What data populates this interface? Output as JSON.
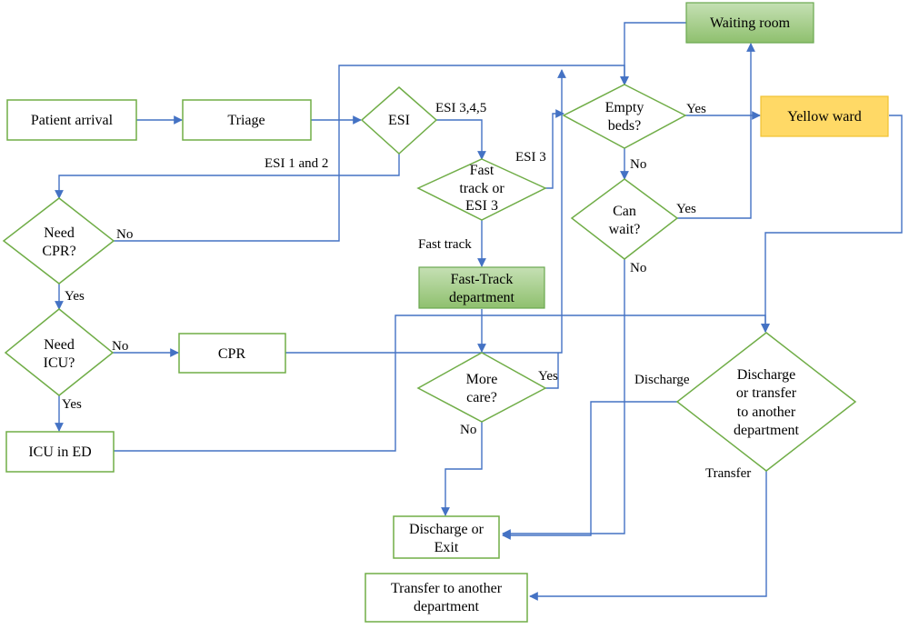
{
  "nodes": {
    "patient_arrival": "Patient arrival",
    "triage": "Triage",
    "esi": "ESI",
    "waiting_room": "Waiting room",
    "empty_beds": [
      "Empty",
      "beds?"
    ],
    "yellow_ward": "Yellow ward",
    "fast_track_q": [
      "Fast",
      "track or",
      "ESI 3"
    ],
    "need_cpr": [
      "Need",
      "CPR?"
    ],
    "can_wait": [
      "Can",
      "wait?"
    ],
    "fast_track_dept": [
      "Fast-Track",
      "department"
    ],
    "need_icu": [
      "Need",
      "ICU?"
    ],
    "cpr": "CPR",
    "more_care": [
      "More",
      "care?"
    ],
    "discharge_or_transfer": [
      "Discharge",
      "or transfer",
      "to another",
      "department"
    ],
    "icu_in_ed": "ICU in ED",
    "discharge_exit": [
      "Discharge or",
      "Exit"
    ],
    "transfer_dept": [
      "Transfer to another",
      "department"
    ]
  },
  "edge_labels": {
    "esi_345": "ESI 3,4,5",
    "esi_12": "ESI 1 and 2",
    "esi_3": "ESI 3",
    "beds_yes": "Yes",
    "beds_no": "No",
    "cpr_no": "No",
    "cpr_yes": "Yes",
    "wait_yes": "Yes",
    "wait_no": "No",
    "fast_track": "Fast track",
    "icu_no": "No",
    "icu_yes": "Yes",
    "more_yes": "Yes",
    "more_no": "No",
    "discharge": "Discharge",
    "transfer": "Transfer"
  },
  "colors": {
    "edge": "#4472c4",
    "box_border": "#70ad47",
    "green_fill": "#a9d18e",
    "yellow_fill": "#ffd966"
  }
}
